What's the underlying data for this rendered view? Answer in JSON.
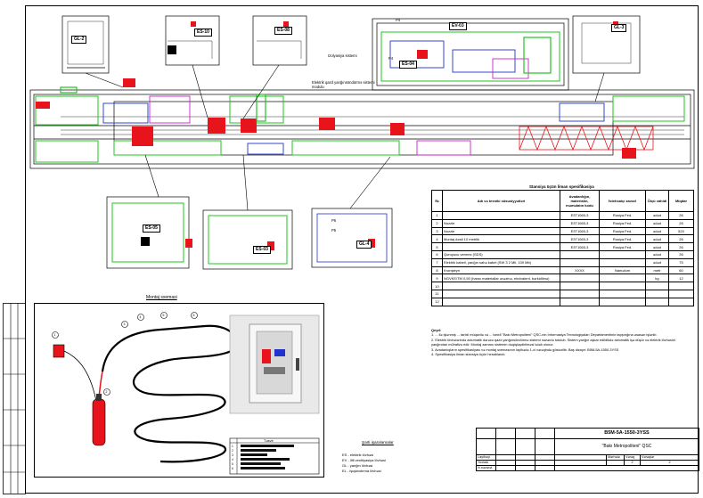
{
  "plan": {
    "zone_tags": [
      "GL-2",
      "ES-10",
      "ES-08",
      "EV-03",
      "ES-04",
      "GL-3",
      "ES-05",
      "ES-03",
      "GL-4"
    ],
    "callouts": [
      "P4",
      "P4",
      "P6",
      "P5"
    ],
    "annotation_1": "Izolyasiya sistemi",
    "annotation_2": "Elektrik qazd yanğınsöndürmə sistemi modulu"
  },
  "spec": {
    "title": "Stansiya üçün liman spesifikasiya",
    "headers": [
      "№",
      "Adı və texniki xüsusiyyətləri",
      "Avadanlığın, materialın, məmulatın kodu",
      "İstehsalçı zavod",
      "Ölçü vahidi",
      "Miqdar"
    ],
    "rows": [
      [
        "1",
        "",
        "ЕЗТ1065-3",
        "Rusiya Fed.",
        "ədəd",
        "26"
      ],
      [
        "2",
        "Nozzle",
        "ЕЗТ1065-3",
        "Rusiya Fed.",
        "ədəd",
        "26"
      ],
      [
        "3",
        "Nozzle",
        "ЕЗТ1065-3",
        "Rusiya Fed.",
        "ədəd",
        "520"
      ],
      [
        "4",
        "Montaj dəsti 10 metrlik ",
        "ЕЗТ1065-3",
        "Rusiya Fed.",
        "ədəd",
        "26"
      ],
      [
        "5",
        "",
        "ЕЗТ1065-3",
        "Rusiya Fed.",
        "ədəd",
        "26"
      ],
      [
        "6",
        "Qoruyucu vermez (SDS)",
        "",
        "",
        "ədəd",
        "26"
      ],
      [
        "7",
        "Elektrik kabeli, yanğın sahə kabel (SW 3 2 Mil, 100 Mb)",
        "",
        "",
        "ədəd",
        "75"
      ],
      [
        "8",
        "Kronşteyn ",
        "XXXX",
        "Naməlum",
        "metr",
        "60"
      ],
      [
        "9",
        "NGVKE/TM 0,50 (hansı materiallar əvəzinə, ekvivalent, bərkidilmə)",
        "",
        "",
        "kg",
        "12"
      ],
      [
        "10",
        "",
        "",
        "",
        "",
        ""
      ],
      [
        "11",
        "",
        "",
        "",
        "",
        ""
      ],
      [
        "12",
        "",
        "",
        "",
        "",
        ""
      ]
    ]
  },
  "installation": {
    "title": "Montaj sxemasi",
    "callouts": [
      "1",
      "2",
      "3",
      "4",
      "5",
      "6"
    ],
    "legend_title": "Təsvir",
    "legend_rows": [
      "1",
      "2",
      "3",
      "4",
      "5",
      "6"
    ]
  },
  "notes": {
    "heading": "Qeyd:",
    "items": [
      "1. ... ilə işlənmiş ... tarixli müqavilə və ... tarixli \"Bakı Metropoliteni\" QSC-nin İnformasiya Texnologiyaları Departamentinin tapşırığına əsasən işlənib.",
      "2. Elektrik lövhələrində avtomatik dərəcə qazd yanğınsöndürmə sistemi nəzərdə tutulub. Sistem yanğın aşkar edildikdə avtomatik işə düşür və elektrik lövhəsini yanğından mühafizə edir. Montaj zamanı sistemin dəqiqləşdirilməsi tələb olunur.",
      "3. Avadanlıqların spesifikasiyası və montaj sxemasının layihədə 1-ci vərəqində göstərilib. Baş dizayn: B5M-5A-1550-3YSS",
      "4. Spesifikasiya liman stansiya üçün hesablanıb."
    ]
  },
  "legend": {
    "title": "Şərti işarələmələr",
    "items": [
      "ES - elektrik lövhəsi",
      "EV - lifli ventilyasiya lövhəsi",
      "GL - yanğın lövhəsi",
      "EL - işıqlandırma lövhəsi"
    ]
  },
  "titleblock": {
    "code": "B5M-5A-1550-3YSS",
    "company": "\"Bakı Metropoliteni\" QSC",
    "headers": [
      "Mərhələ",
      "Vərəq",
      "Vərəqlər"
    ],
    "values": [
      "",
      "2",
      "2"
    ],
    "roles": [
      "Layihəçi",
      "Yoxladı",
      "N.nəzarət"
    ],
    "names": [
      "",
      "",
      ""
    ]
  },
  "colors": {
    "red": "#e8141b",
    "green": "#1fc41f",
    "blue": "#2233cc",
    "magenta": "#cc22cc",
    "black": "#000000"
  }
}
